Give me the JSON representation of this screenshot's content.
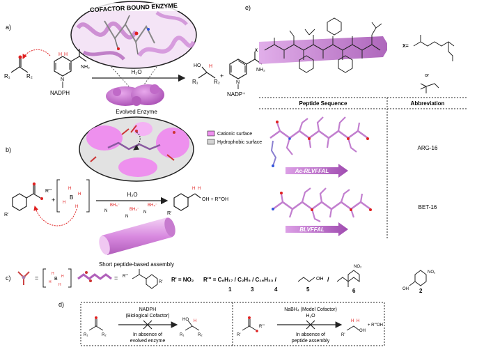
{
  "panels": {
    "a": {
      "label": "a)",
      "bubble_title": "COFACTOR BOUND ENZYME",
      "cofactor_label": "NADPH",
      "reagent_label": "H₂O",
      "enzyme_label": "Evolved Enzyme",
      "product_cofactor_label": "NADP⁺",
      "r1": "R₁",
      "r2": "R₂",
      "amide": "NH₂",
      "hydroxyl": "HO",
      "hydride": "H",
      "nitrogen": "N"
    },
    "b": {
      "label": "b)",
      "legend": [
        {
          "label": "Cationic surface",
          "color": "#ee90ee"
        },
        {
          "label": "Hydrophobic surface",
          "color": "#d4d4d4"
        }
      ],
      "ester_r": "R'",
      "ester_r3": "R'''",
      "borohydride": "B",
      "reagent_label": "H₂O",
      "product_text": "OH + R'''OH",
      "assembly_label": "Short peptide-based assembly",
      "bh_label": "BH₄⁻",
      "ammonium": "N",
      "plus": "+"
    },
    "c": {
      "label": "c)",
      "r_prime_def": "R' = NO₂",
      "r3_def": "R''' = C₈H₁₇ / C₂H₅ / C₁₆H₃₃ /",
      "numbers": [
        "1",
        "3",
        "4",
        "5",
        "6",
        "2"
      ],
      "ester_r3": "R'''",
      "ester_r": "R'",
      "nitro": "NO₂",
      "equals": "="
    },
    "d": {
      "label": "d)",
      "left_cofactor": "NADPH",
      "left_note": "(Biological Cofactor)",
      "left_absence": "In absence of",
      "left_absence2": "evolved enzyme",
      "right_cofactor": "NaBH₄ (Model Cofactor)",
      "right_reagent": "H₂O",
      "right_absence": "In absence of",
      "right_absence2": "peptide assembly",
      "r1": "R₁",
      "r2": "R₂",
      "ester_r": "R'",
      "ester_r3": "R'''",
      "byproduct": "+ R'''OH",
      "oh": "OH"
    },
    "e": {
      "label": "e)",
      "x_label": "X=",
      "or_label": "or",
      "col_sequence": "Peptide Sequence",
      "col_abbreviation": "Abbreviation",
      "rows": [
        {
          "sequence": "Ac-RLVFFAL",
          "abbreviation": "ARG-16"
        },
        {
          "sequence": "BLVFFAL",
          "abbreviation": "BET-16"
        }
      ]
    }
  },
  "colors": {
    "accent": "#cc66cc",
    "accent_light": "#e8b8ee",
    "arrow_red": "#e02020",
    "ink": "#222222"
  }
}
